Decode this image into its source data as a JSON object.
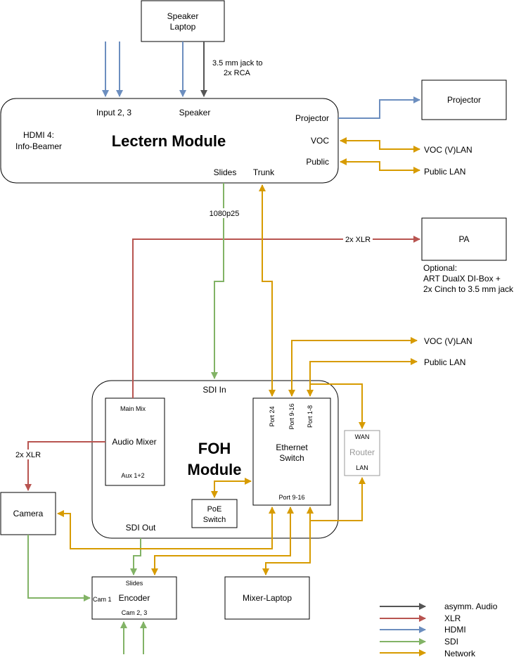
{
  "colors": {
    "audio": "#555555",
    "xlr": "#b85450",
    "hdmi": "#6c8ebf",
    "sdi": "#82b366",
    "network": "#d79b00"
  },
  "boxes": {
    "speaker_laptop": {
      "line1": "Speaker",
      "line2": "Laptop"
    },
    "projector": "Projector",
    "pa": "PA",
    "camera": "Camera",
    "encoder": "Encoder",
    "mixer_laptop": "Mixer-Laptop",
    "audio_mixer": "Audio Mixer",
    "ethernet_switch": {
      "line1": "Ethernet",
      "line2": "Switch"
    },
    "poe_switch": {
      "line1": "PoE",
      "line2": "Switch"
    },
    "router": {
      "title": "Router",
      "wan": "WAN",
      "lan": "LAN"
    }
  },
  "modules": {
    "lectern": {
      "title": "Lectern Module",
      "hdmi4_line1": "HDMI 4:",
      "hdmi4_line2": "Info-Beamer",
      "input": "Input 2, 3",
      "speaker": "Speaker",
      "projector": "Projector",
      "voc": "VOC",
      "public": "Public",
      "slides": "Slides",
      "trunk": "Trunk"
    },
    "foh": {
      "title_line1": "FOH",
      "title_line2": "Module",
      "sdi_in": "SDI In",
      "sdi_out": "SDI Out"
    }
  },
  "ports": {
    "main_mix": "Main Mix",
    "aux": "Aux 1+2",
    "port24": "Port 24",
    "port9_16_top": "Port 9-16",
    "port1_8": "Port 1-8",
    "port9_16_bottom": "Port 9-16",
    "enc_slides": "Slides",
    "enc_cam1": "Cam 1",
    "enc_cam23": "Cam 2, 3"
  },
  "edge_labels": {
    "jack": {
      "line1": "3.5 mm jack to",
      "line2": "2x RCA"
    },
    "res": "1080p25",
    "xlr_pa": "2x XLR",
    "xlr_cam": "2x XLR"
  },
  "externals": {
    "voc_lan_top": "VOC (V)LAN",
    "public_lan_top": "Public LAN",
    "voc_lan_foh": "VOC (V)LAN",
    "public_lan_foh": "Public LAN",
    "optional": [
      "Optional:",
      "ART DualX DI-Box +",
      "2x Cinch to 3.5 mm jack"
    ]
  },
  "legend": [
    {
      "label": "asymm. Audio",
      "color": "#555555"
    },
    {
      "label": "XLR",
      "color": "#b85450"
    },
    {
      "label": "HDMI",
      "color": "#6c8ebf"
    },
    {
      "label": "SDI",
      "color": "#82b366"
    },
    {
      "label": "Network",
      "color": "#d79b00"
    }
  ]
}
